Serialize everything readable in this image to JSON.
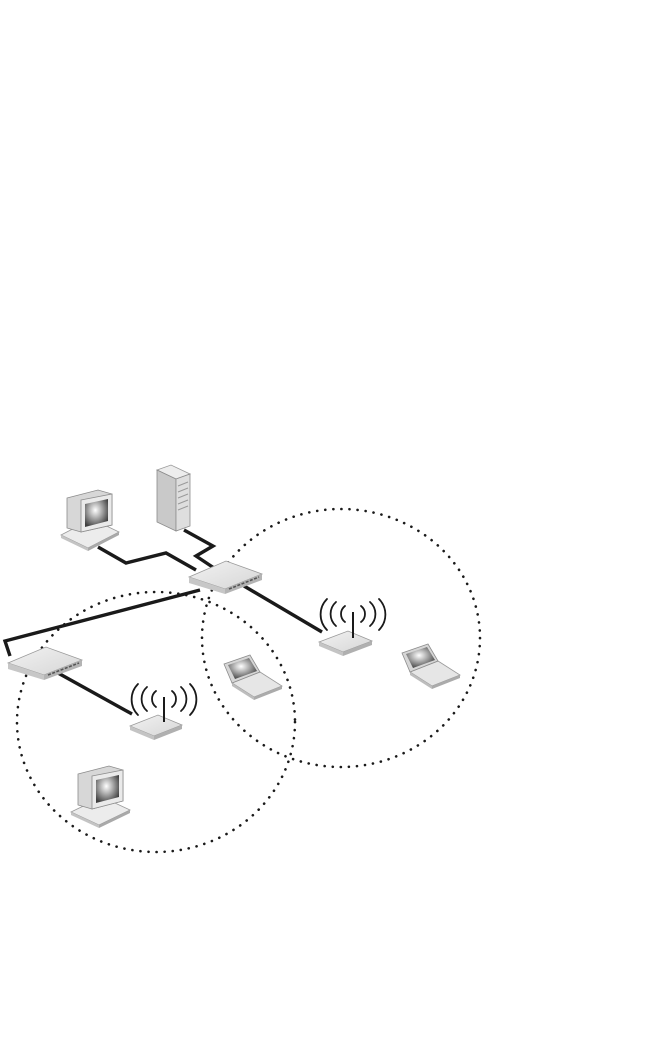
{
  "diagram": {
    "type": "network-topology",
    "devices": [
      {
        "id": "desktop-1",
        "icon": "desktop-computer-icon"
      },
      {
        "id": "server-1",
        "icon": "tower-server-icon"
      },
      {
        "id": "switch-main",
        "icon": "network-switch-icon"
      },
      {
        "id": "switch-branch",
        "icon": "network-switch-icon"
      },
      {
        "id": "access-point-right",
        "icon": "wireless-access-point-icon"
      },
      {
        "id": "access-point-left",
        "icon": "wireless-access-point-icon"
      },
      {
        "id": "laptop-center",
        "icon": "laptop-icon"
      },
      {
        "id": "laptop-right",
        "icon": "laptop-icon"
      },
      {
        "id": "desktop-2",
        "icon": "desktop-computer-icon"
      }
    ],
    "wired_links": [
      [
        "desktop-1",
        "switch-main"
      ],
      [
        "server-1",
        "switch-main"
      ],
      [
        "switch-main",
        "access-point-right"
      ],
      [
        "switch-main",
        "switch-branch"
      ],
      [
        "switch-branch",
        "access-point-left"
      ]
    ],
    "wireless_cells": [
      {
        "access_point": "access-point-right",
        "members": [
          "laptop-center",
          "laptop-right"
        ]
      },
      {
        "access_point": "access-point-left",
        "members": [
          "desktop-2"
        ]
      }
    ],
    "colors": {
      "cable": "#1a1a1a",
      "device_light": "#e4e4e4",
      "device_shade": "#b9b9b9",
      "screen_dark": "#555555",
      "cell_boundary": "#1a1a1a"
    }
  }
}
